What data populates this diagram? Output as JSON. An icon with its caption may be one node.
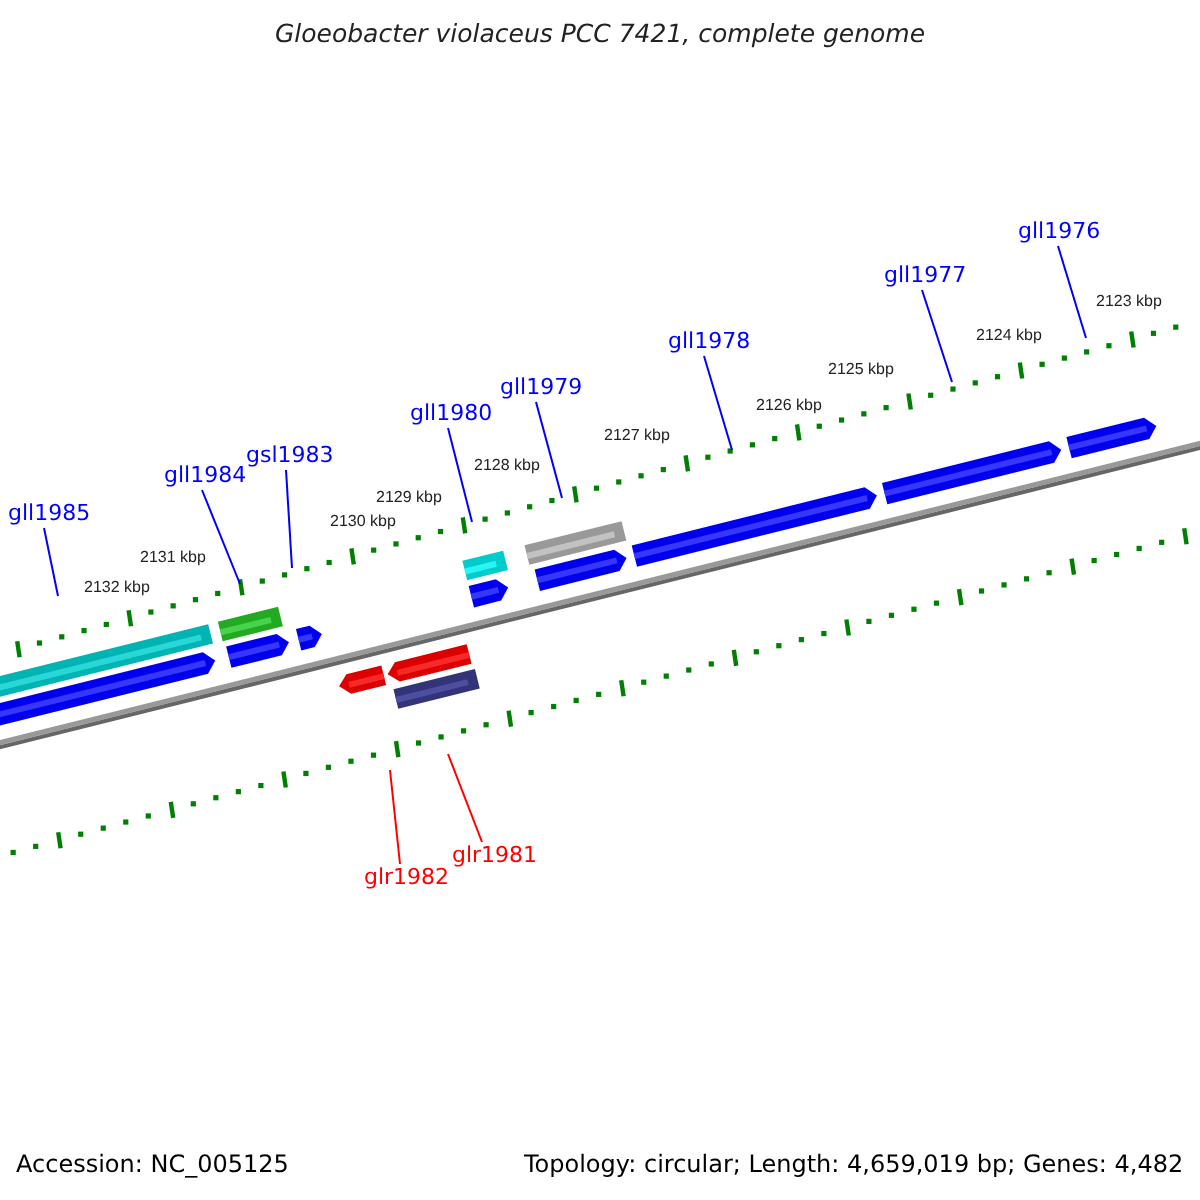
{
  "diagram": {
    "title": "Gloeobacter violaceus PCC 7421, complete genome",
    "nodes": [
      {
        "text": [
          "gll1985"
        ]
      },
      {
        "text": [
          "gll1984"
        ]
      },
      {
        "text": [
          "gsl1983"
        ]
      },
      {
        "text": [
          "gll1980"
        ]
      },
      {
        "text": [
          "gll1979"
        ]
      },
      {
        "text": [
          "gll1978"
        ]
      },
      {
        "text": [
          "gll1977"
        ]
      },
      {
        "text": [
          "gll1976"
        ]
      },
      {
        "text": [
          "glr1982"
        ]
      },
      {
        "text": [
          "glr1981"
        ]
      }
    ],
    "edges": [
      {
        "from": 0,
        "to": null,
        "arrow": "none"
      },
      {
        "from": 1,
        "to": null,
        "arrow": "none"
      },
      {
        "from": 2,
        "to": null,
        "arrow": "none"
      },
      {
        "from": 3,
        "to": null,
        "arrow": "none"
      },
      {
        "from": 4,
        "to": null,
        "arrow": "none"
      },
      {
        "from": 5,
        "to": null,
        "arrow": "none"
      },
      {
        "from": 6,
        "to": null,
        "arrow": "none"
      },
      {
        "from": 7,
        "to": null,
        "arrow": "none"
      },
      {
        "from": 8,
        "to": null,
        "arrow": "none",
        "color": "#ff0000"
      },
      {
        "from": 9,
        "to": null,
        "arrow": "none",
        "color": "#ff0000"
      }
    ],
    "labels": [
      "2123 kbp",
      "2124 kbp",
      "2125 kbp",
      "2126 kbp",
      "2127 kbp",
      "2128 kbp",
      "2129 kbp",
      "2130 kbp",
      "2131 kbp",
      "2132 kbp",
      "Accession: NC_005125",
      "Topology: circular; Length: 4,659,019 bp; Genes: 4,482"
    ]
  }
}
